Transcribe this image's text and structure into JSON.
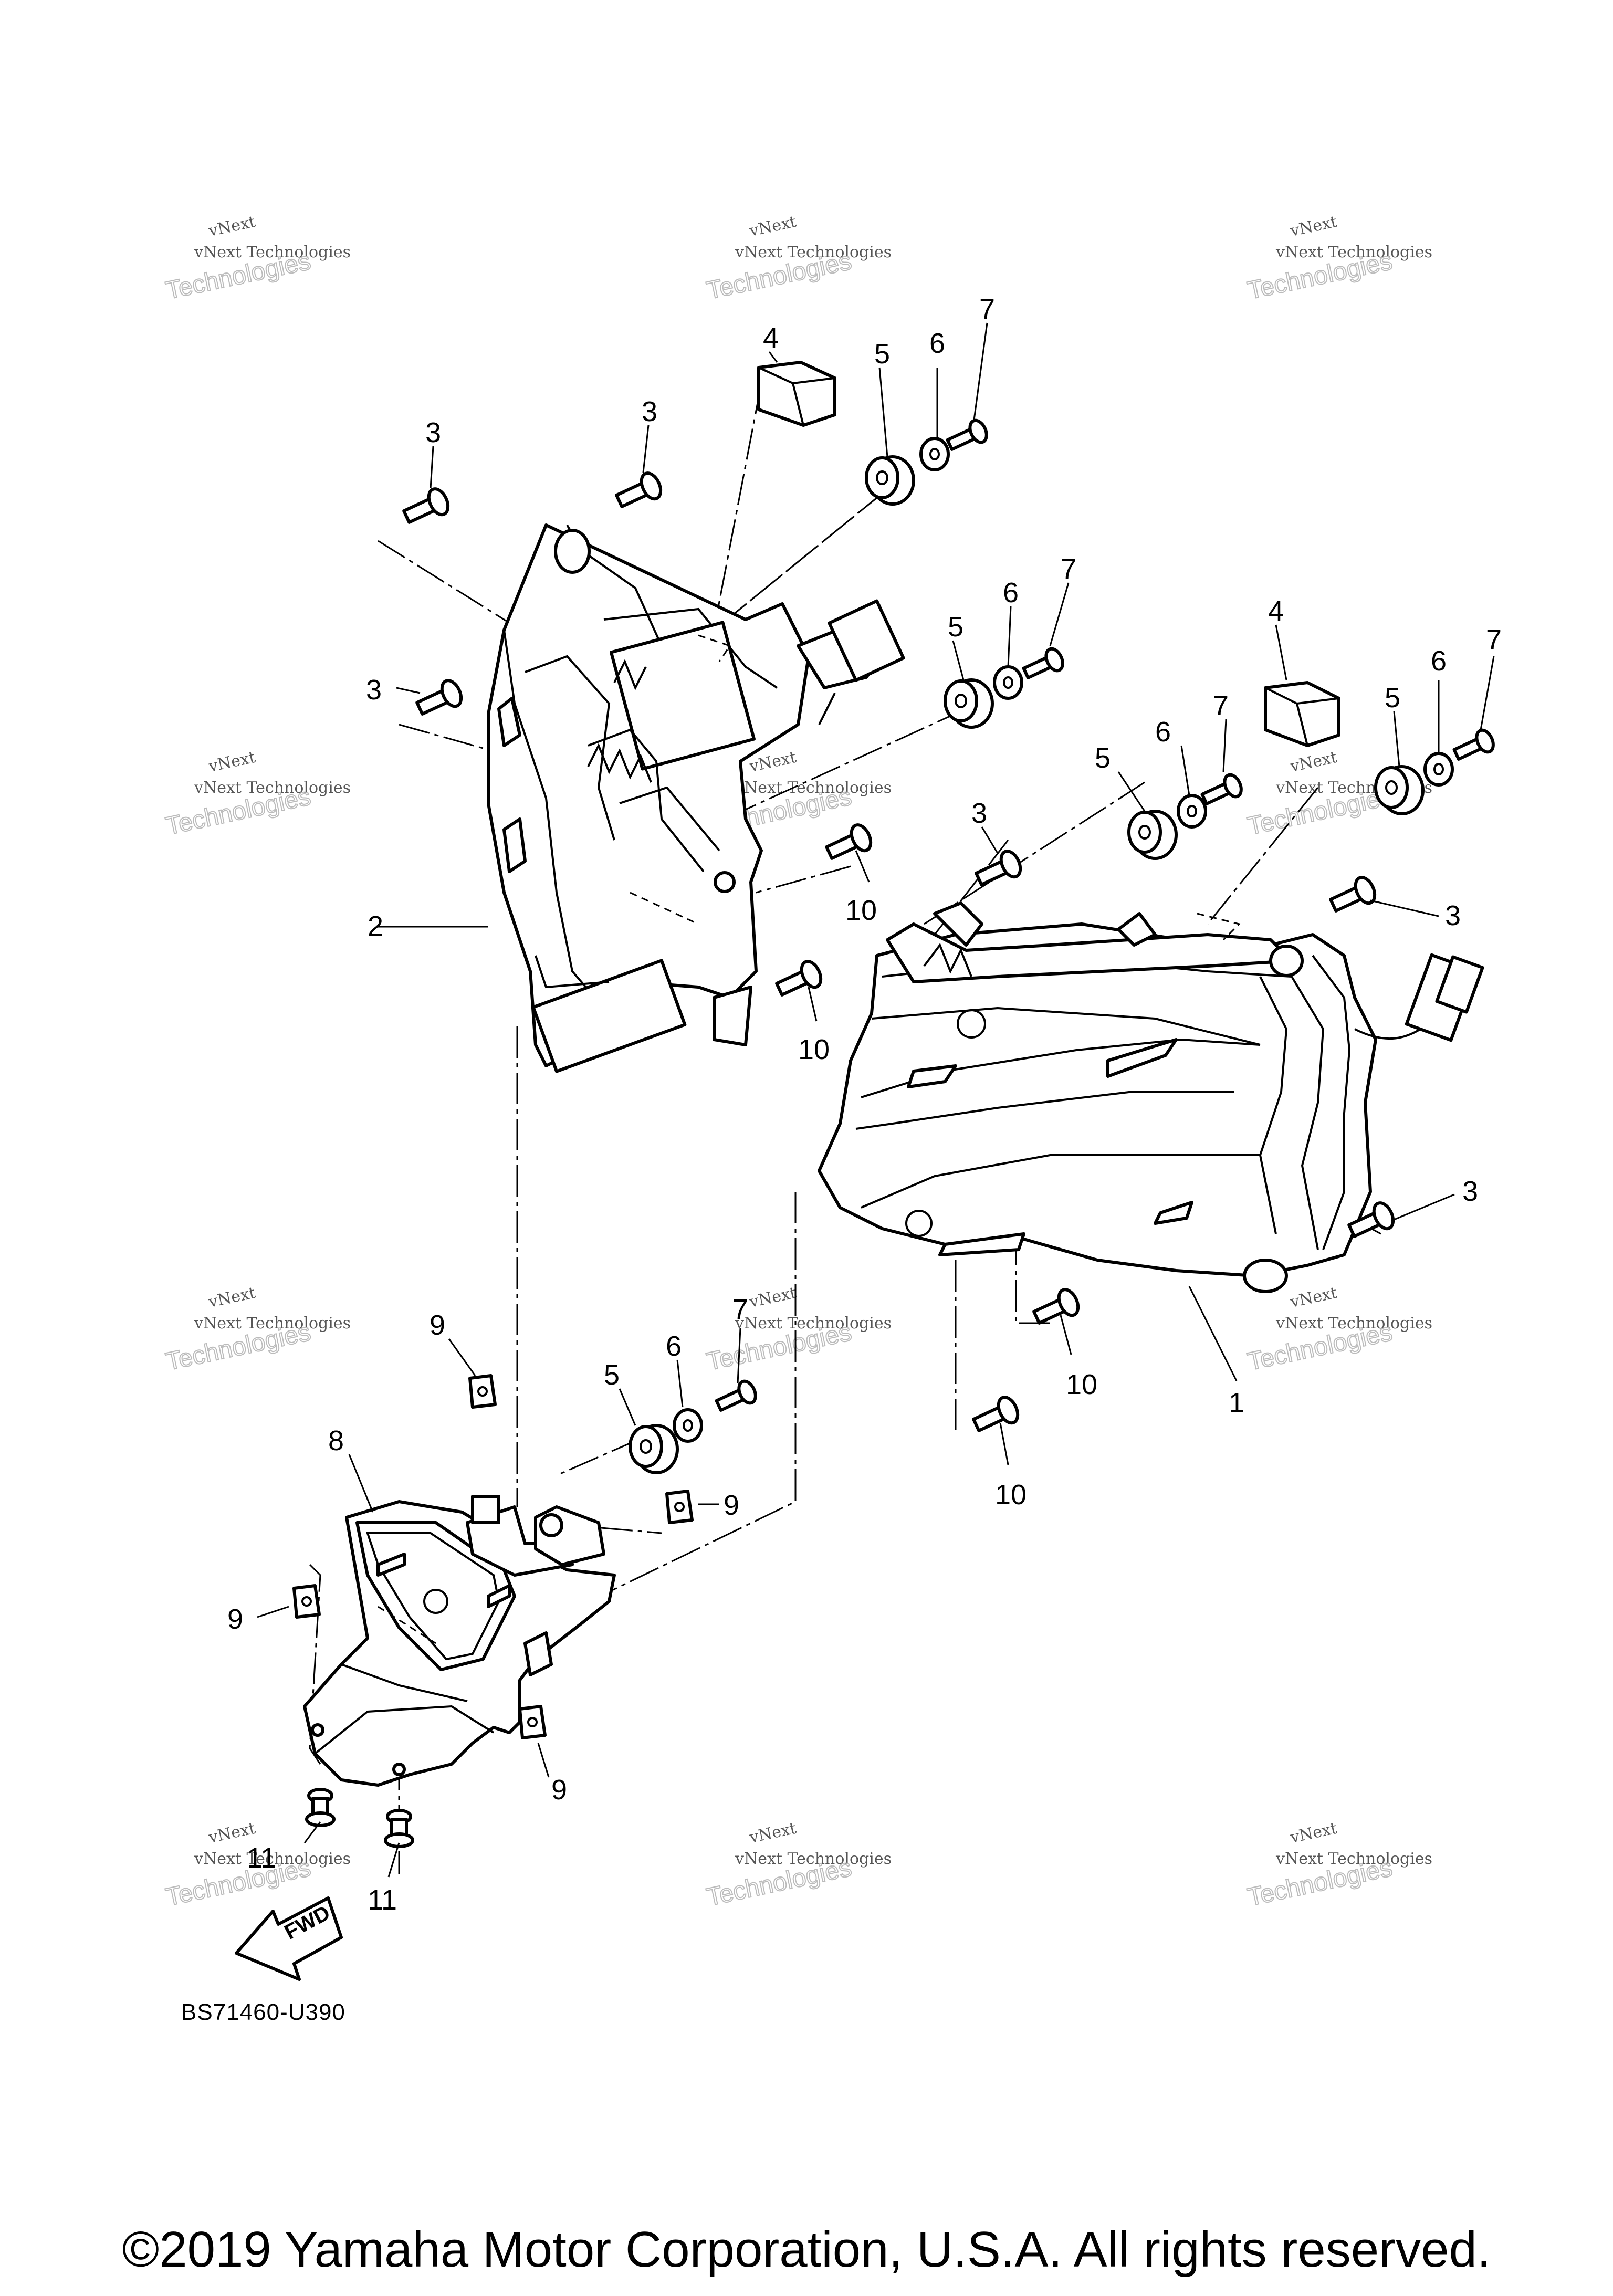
{
  "diagram_code": "BS71460-U390",
  "copyright": "©2019 Yamaha Motor Corporation, U.S.A. All rights reserved.",
  "fwd_label": "FWD",
  "watermark": {
    "line1": "vNext",
    "line2": "vNext Technologies",
    "line3": "Technologies"
  },
  "callouts": [
    "1",
    "2",
    "3",
    "3",
    "3",
    "3",
    "3",
    "3",
    "4",
    "4",
    "5",
    "5",
    "5",
    "5",
    "5",
    "6",
    "6",
    "6",
    "6",
    "6",
    "7",
    "7",
    "7",
    "7",
    "7",
    "8",
    "9",
    "9",
    "9",
    "9",
    "10",
    "10",
    "10",
    "10",
    "11",
    "11"
  ],
  "colors": {
    "ink": "#000000",
    "watermark": "#555555"
  }
}
